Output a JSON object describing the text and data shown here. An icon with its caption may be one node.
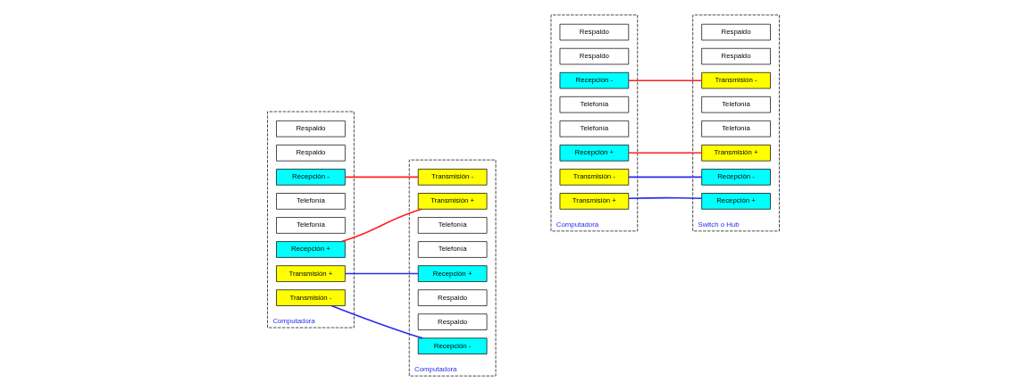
{
  "diagram": {
    "nodes": [
      {
        "text": [
          "Computadora"
        ]
      },
      {
        "text": [
          "Transmisión +"
        ],
        "in": 0
      },
      {
        "text": [
          "Transmisión -"
        ],
        "in": 0
      },
      {
        "text": [
          "Recepción +"
        ],
        "in": 0
      },
      {
        "text": [
          "Telefonía"
        ],
        "in": 0
      },
      {
        "text": [
          "Telefonía"
        ],
        "in": 0
      },
      {
        "text": [
          "Recepción -"
        ],
        "in": 0
      },
      {
        "text": [
          "Respaldo"
        ],
        "in": 0
      },
      {
        "text": [
          "Respaldo"
        ],
        "in": 0
      },
      {
        "text": [
          "Computadora"
        ]
      },
      {
        "text": [
          "Transmisión +"
        ],
        "in": 9
      },
      {
        "text": [
          "Transmisión -"
        ],
        "in": 9
      },
      {
        "text": [
          "Recepción +"
        ],
        "in": 9
      },
      {
        "text": [
          "Telefonía"
        ],
        "in": 9
      },
      {
        "text": [
          "Telefonía"
        ],
        "in": 9
      },
      {
        "text": [
          "Recepción -"
        ],
        "in": 9
      },
      {
        "text": [
          "Respaldo"
        ],
        "in": 9
      },
      {
        "text": [
          "Respaldo"
        ],
        "in": 9
      },
      {
        "text": [
          "Computadora"
        ]
      },
      {
        "text": [
          "Transmisión +"
        ],
        "in": 18
      },
      {
        "text": [
          "Transmisión -"
        ],
        "in": 18
      },
      {
        "text": [
          "Recepción +"
        ],
        "in": 18
      },
      {
        "text": [
          "Telefonía"
        ],
        "in": 18
      },
      {
        "text": [
          "Telefonía"
        ],
        "in": 18
      },
      {
        "text": [
          "Recepción -"
        ],
        "in": 18
      },
      {
        "text": [
          "Respaldo"
        ],
        "in": 18
      },
      {
        "text": [
          "Respaldo"
        ],
        "in": 18
      },
      {
        "text": [
          "Switch o Hub"
        ]
      },
      {
        "text": [
          "Recepción +"
        ],
        "in": 27
      },
      {
        "text": [
          "Recepción -"
        ],
        "in": 27
      },
      {
        "text": [
          "Transmisión +"
        ],
        "in": 27
      },
      {
        "text": [
          "Telefonía"
        ],
        "in": 27
      },
      {
        "text": [
          "Telefonía"
        ],
        "in": 27
      },
      {
        "text": [
          "Transmisión -"
        ],
        "in": 27
      },
      {
        "text": [
          "Respaldo"
        ],
        "in": 27
      },
      {
        "text": [
          "Respaldo"
        ],
        "in": 27
      }
    ],
    "edges": [
      {
        "from": 1,
        "to": 12,
        "arrow": "none",
        "color": "#2a2aee"
      },
      {
        "from": 2,
        "to": 15,
        "arrow": "none",
        "color": "#2a2aee"
      },
      {
        "from": 3,
        "to": 10,
        "arrow": "none",
        "color": "#ff2020"
      },
      {
        "from": 6,
        "to": 11,
        "arrow": "none",
        "color": "#ff2020"
      },
      {
        "from": 19,
        "to": 28,
        "arrow": "none",
        "color": "#2a2aee"
      },
      {
        "from": 20,
        "to": 29,
        "arrow": "none",
        "color": "#2a2aee"
      },
      {
        "from": 21,
        "to": 30,
        "arrow": "none",
        "color": "#ff2020"
      },
      {
        "from": 24,
        "to": 33,
        "arrow": "none",
        "color": "#ff2020"
      }
    ]
  }
}
